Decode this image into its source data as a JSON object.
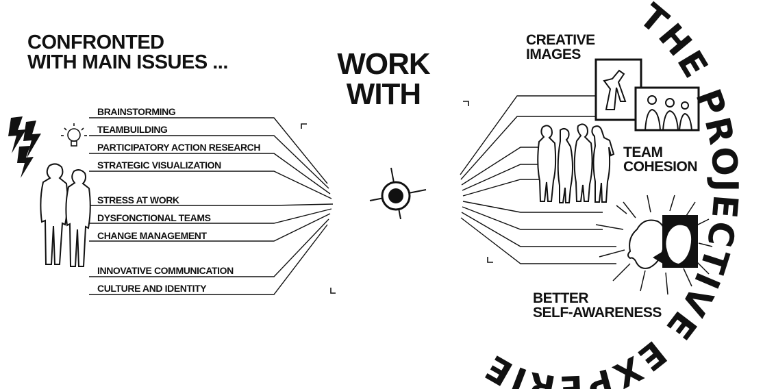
{
  "colors": {
    "ink": "#111111",
    "paper": "#ffffff"
  },
  "left": {
    "heading_line1": "CONFRONTED",
    "heading_line2": "WITH MAIN ISSUES ...",
    "issues": [
      "BRAINSTORMING",
      "TEAMBUILDING",
      "PARTICIPATORY ACTION RESEARCH",
      "STRATEGIC VISUALIZATION",
      "STRESS AT WORK",
      "DYSFONCTIONAL TEAMS",
      "CHANGE MANAGEMENT",
      "INNOVATIVE COMMUNICATION",
      "CULTURE AND IDENTITY"
    ]
  },
  "center": {
    "line1": "WORK",
    "line2": "WITH"
  },
  "right": {
    "creative_line1": "CREATIVE",
    "creative_line2": "IMAGES",
    "team_line1": "TEAM",
    "team_line2": "COHESION",
    "self_line1": "BETTER",
    "self_line2": "SELF-AWARENESS",
    "arc_title": "THE PROJECTIVE EXPERIENCE"
  },
  "icons": [
    "lightning-icon",
    "lightbulb-icon",
    "target-icon",
    "figures-icon"
  ]
}
